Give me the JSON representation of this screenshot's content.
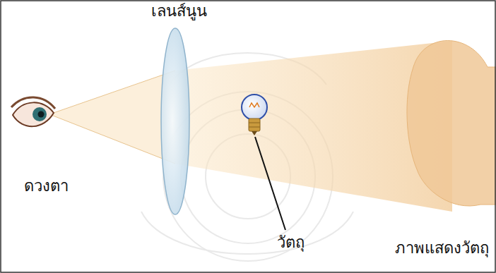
{
  "diagram": {
    "labels": [
      "เลนส์นูน",
      "ดวงตา",
      "วัตถุ",
      "ภาพแสดงวัตถุ"
    ]
  }
}
